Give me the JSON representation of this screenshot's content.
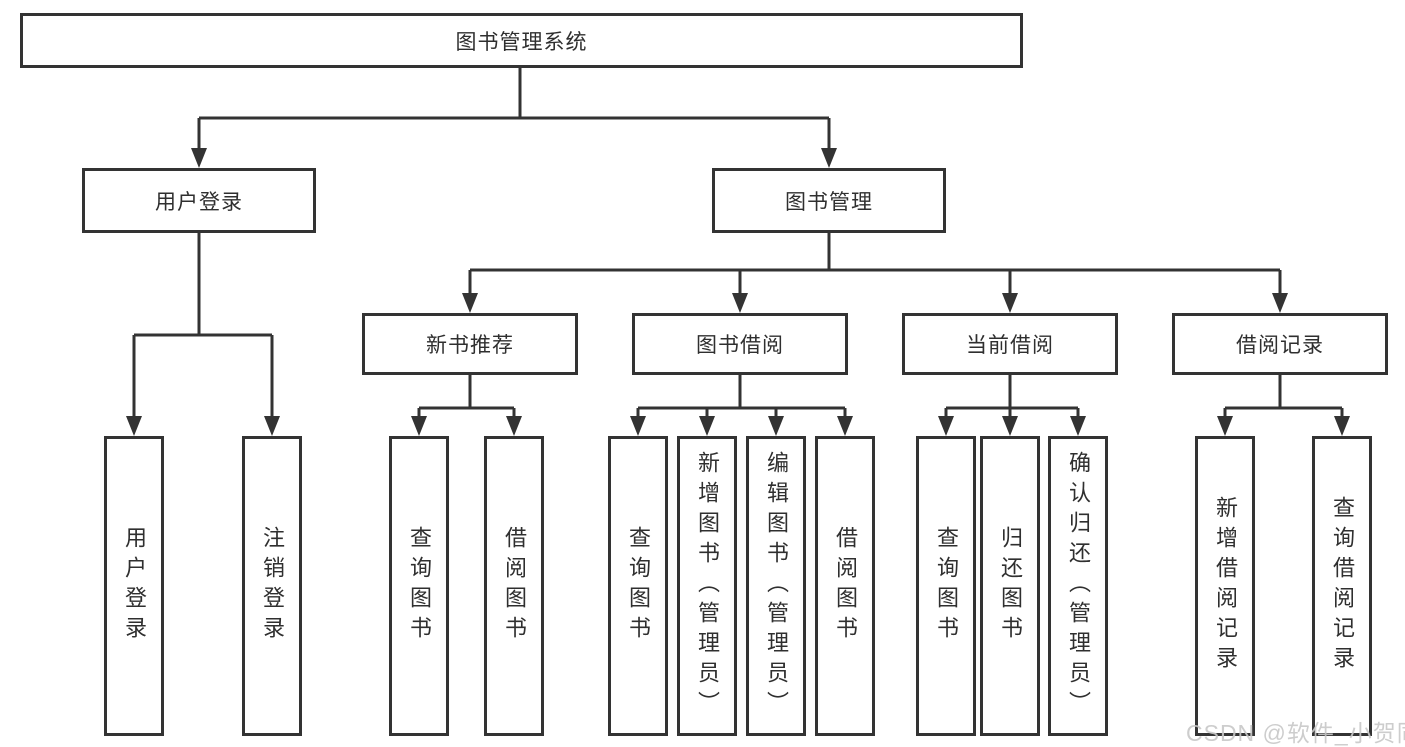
{
  "tree": {
    "label": "图书管理系统",
    "children": [
      {
        "label": "用户登录",
        "children": [
          {
            "label": "用户登录"
          },
          {
            "label": "注销登录"
          }
        ]
      },
      {
        "label": "图书管理",
        "children": [
          {
            "label": "新书推荐",
            "children": [
              {
                "label": "查询图书"
              },
              {
                "label": "借阅图书"
              }
            ]
          },
          {
            "label": "图书借阅",
            "children": [
              {
                "label": "查询图书"
              },
              {
                "label": "新增图书（管理员）"
              },
              {
                "label": "编辑图书（管理员）"
              },
              {
                "label": "借阅图书"
              }
            ]
          },
          {
            "label": "当前借阅",
            "children": [
              {
                "label": "查询图书"
              },
              {
                "label": "归还图书"
              },
              {
                "label": "确认归还（管理员）"
              }
            ]
          },
          {
            "label": "借阅记录",
            "children": [
              {
                "label": "新增借阅记录"
              },
              {
                "label": "查询借阅记录"
              }
            ]
          }
        ]
      }
    ]
  },
  "watermark": "CSDN @软件_小贺同学",
  "colors": {
    "line": "#333333",
    "border": "#333333",
    "text": "#2f2f2f",
    "watermark": "#c8c8c8",
    "bg": "#ffffff"
  }
}
